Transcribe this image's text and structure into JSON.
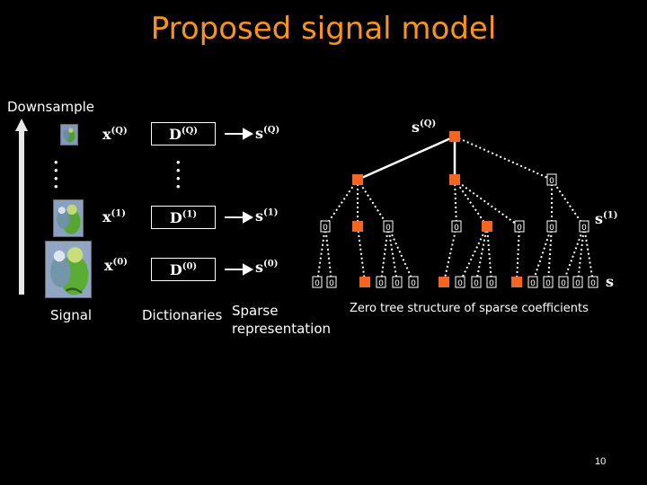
{
  "title": "Proposed signal model",
  "labels": {
    "downsample": "Downsample",
    "signal": "Signal",
    "dictionaries": "Dictionaries",
    "sparse": "Sparse representation",
    "zero_tree": "Zero tree structure of sparse coefficients"
  },
  "rows": [
    {
      "level": "Q",
      "x": "x",
      "d": "D",
      "s": "s"
    },
    {
      "level": "1",
      "x": "x",
      "d": "D",
      "s": "s"
    },
    {
      "level": "0",
      "x": "x",
      "d": "D",
      "s": "s"
    }
  ],
  "tree": {
    "root_label": "s",
    "root_sup": "(Q)",
    "level1_label": "s",
    "level1_sup": "(1)",
    "level0_label": "s",
    "zero": "0"
  },
  "page_number": "10",
  "colors": {
    "accent": "#f7941d",
    "node": "#f26522",
    "background": "#000000"
  }
}
